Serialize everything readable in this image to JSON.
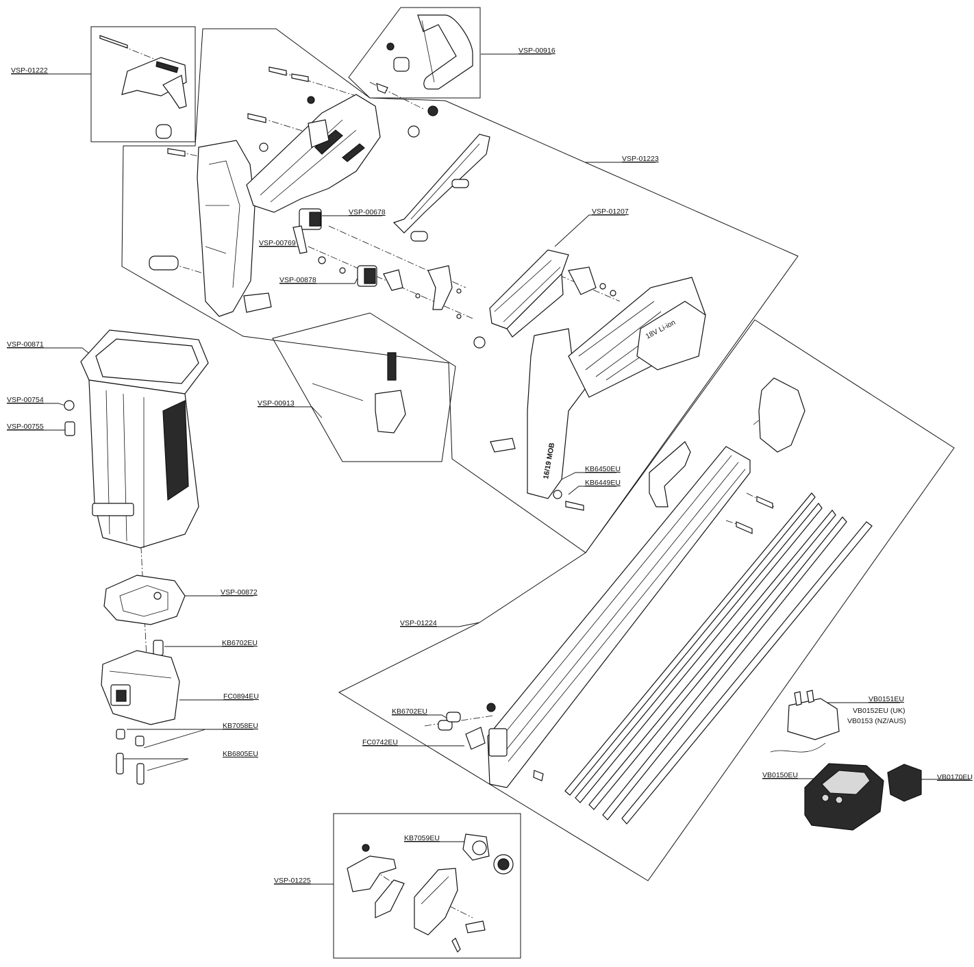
{
  "labels": {
    "vsp_01222": "VSP-01222",
    "vsp_00916": "VSP-00916",
    "vsp_01223": "VSP-01223",
    "vsp_00678": "VSP-00678",
    "vsp_00769": "VSP-00769",
    "vsp_00878": "VSP-00878",
    "vsp_01207": "VSP-01207",
    "vsp_00871": "VSP-00871",
    "vsp_00754": "VSP-00754",
    "vsp_00755": "VSP-00755",
    "vsp_00913": "VSP-00913",
    "kb6450eu": "KB6450EU",
    "kb6449eu": "KB6449EU",
    "vsp_00872": "VSP-00872",
    "vsp_01224": "VSP-01224",
    "kb6702eu_left": "KB6702EU",
    "fc0894eu": "FC0894EU",
    "kb7058eu": "KB7058EU",
    "kb6805eu": "KB6805EU",
    "kb6702eu_right": "KB6702EU",
    "fc0742eu": "FC0742EU",
    "vb0151eu": "VB0151EU",
    "vb0152eu": "VB0152EU (UK)",
    "vb0153": "VB0153 (NZ/AUS)",
    "vb0150eu": "VB0150EU",
    "vb0170eu": "VB0170EU",
    "kb7059eu": "KB7059EU",
    "vsp_01225": "VSP-01225"
  },
  "decals": {
    "handle_model_text": "16/19 MOB",
    "battery_brand_text": "18V Li-ion"
  }
}
